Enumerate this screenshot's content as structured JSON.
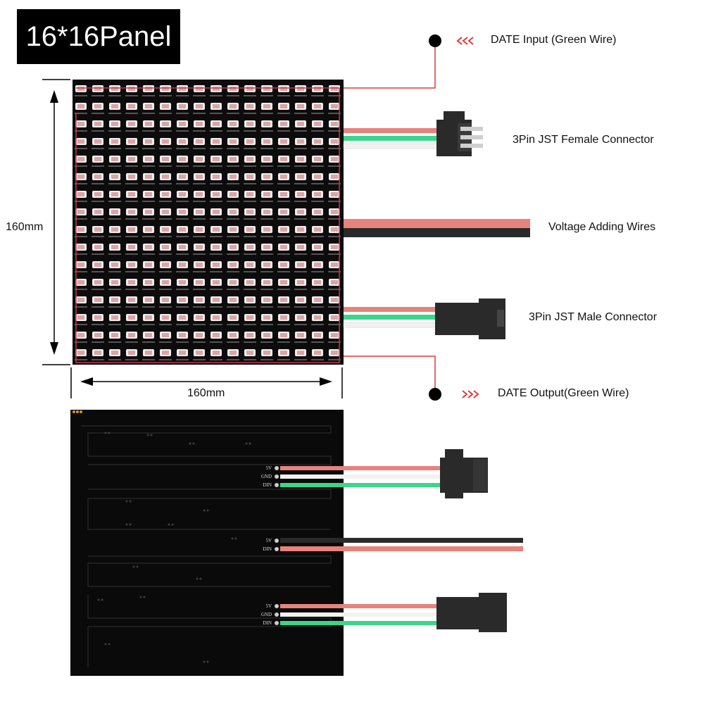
{
  "title": "16*16Panel",
  "labels": {
    "date_input": "DATE Input   (Green Wire)",
    "female_connector": "3Pin JST Female Connector",
    "voltage_wires": "Voltage Adding Wires",
    "male_connector": "3Pin JST Male Connector",
    "date_output": "DATE Output(Green Wire)"
  },
  "dimensions": {
    "height": "160mm",
    "width": "160mm"
  },
  "pads_top": [
    "5V",
    "GND",
    "DIN"
  ],
  "pads_middle": [
    "5V",
    "DIN"
  ],
  "pads_bottom": [
    "5V",
    "GND",
    "DIN"
  ],
  "colors": {
    "red_wire": "#e8827d",
    "green_wire": "#3cd68a",
    "white_wire": "#f2f2f2",
    "black_wire": "#2a2a2a",
    "arrow": "#e23a3a"
  },
  "icons": {
    "input_arrows": "triple-left-chevron-icon",
    "output_arrows": "triple-right-chevron-icon"
  }
}
